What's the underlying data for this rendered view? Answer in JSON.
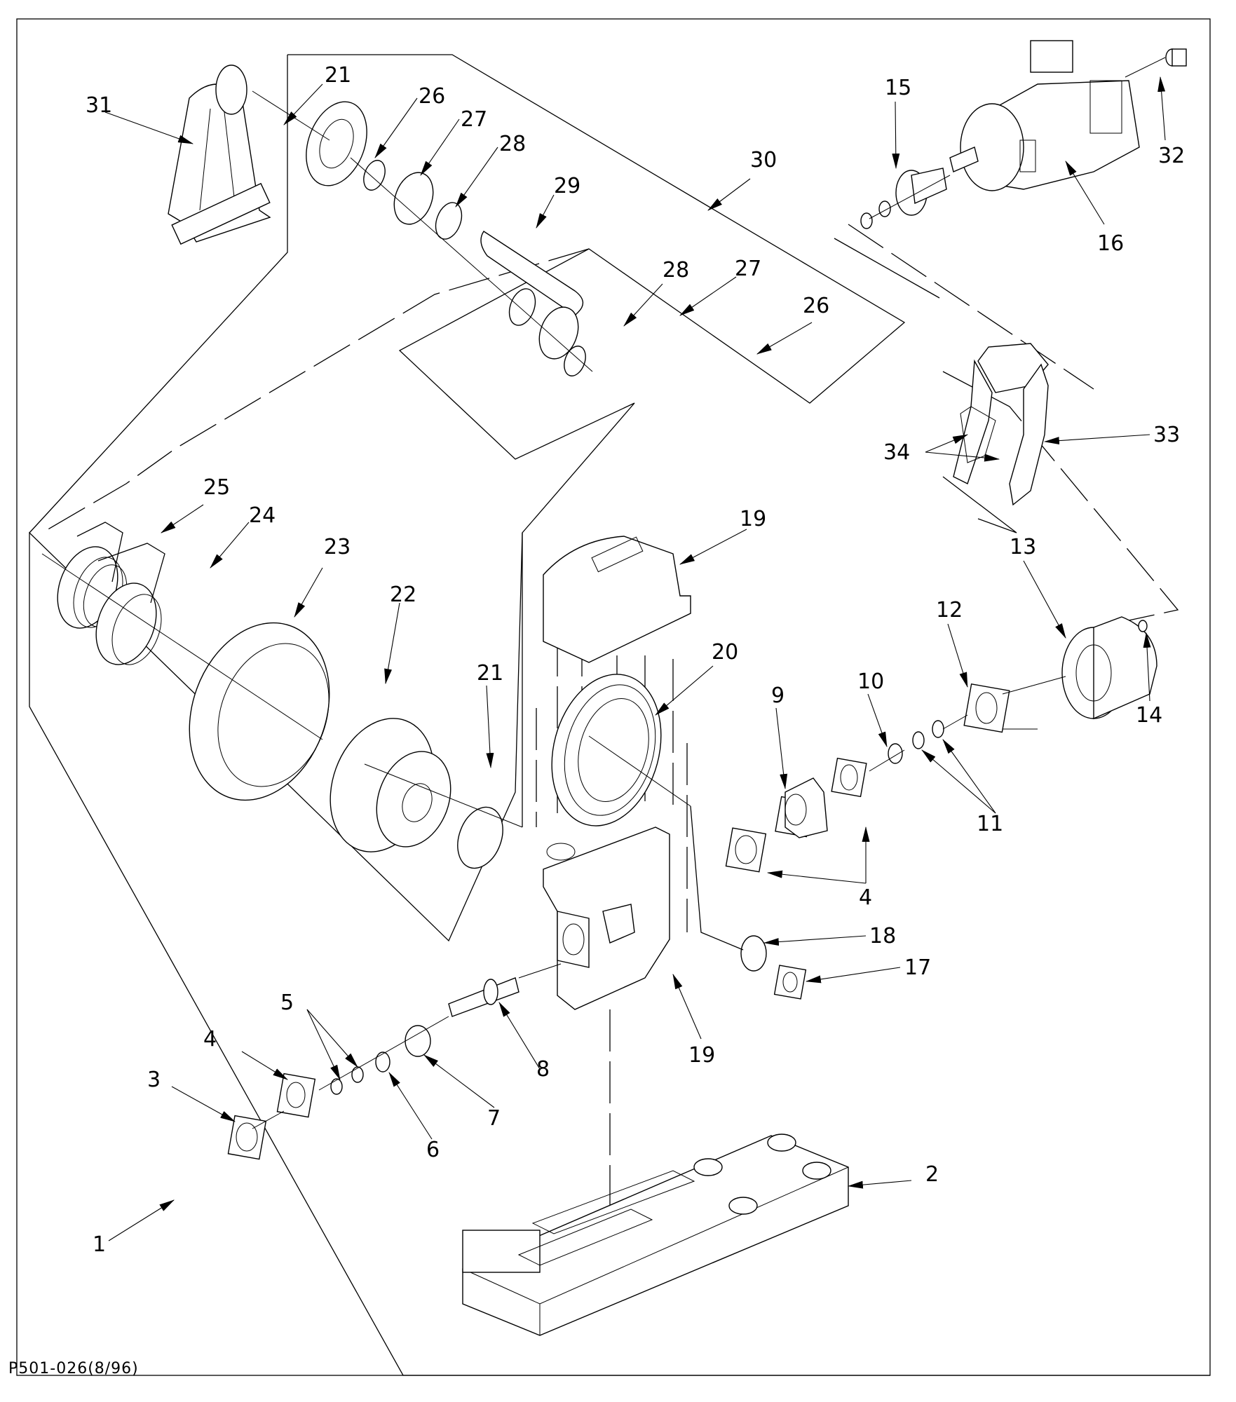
{
  "document": {
    "id": "P501-026(8/96)",
    "type": "exploded-parts-diagram",
    "subject": "Gearbox / drive machine assembly exploded view"
  },
  "colors": {
    "line": "#000000",
    "background": "#ffffff"
  },
  "callouts": [
    {
      "id": "c1",
      "label": "1",
      "part": "complete-assembly-outline"
    },
    {
      "id": "c2",
      "label": "2",
      "part": "bedplate"
    },
    {
      "id": "c3",
      "label": "3",
      "part": "end-cover"
    },
    {
      "id": "c4a",
      "label": "4",
      "part": "gasket"
    },
    {
      "id": "c4b",
      "label": "4",
      "part": "gasket"
    },
    {
      "id": "c5",
      "label": "5",
      "part": "lock-nut"
    },
    {
      "id": "c6",
      "label": "6",
      "part": "lock-washer"
    },
    {
      "id": "c7",
      "label": "7",
      "part": "bearing"
    },
    {
      "id": "c8",
      "label": "8",
      "part": "worm-shaft"
    },
    {
      "id": "c9",
      "label": "9",
      "part": "bearing-housing"
    },
    {
      "id": "c10",
      "label": "10",
      "part": "bearing"
    },
    {
      "id": "c11",
      "label": "11",
      "part": "seal"
    },
    {
      "id": "c12",
      "label": "12",
      "part": "brake-housing"
    },
    {
      "id": "c13",
      "label": "13",
      "part": "brake-drum"
    },
    {
      "id": "c14",
      "label": "14",
      "part": "nut"
    },
    {
      "id": "c15",
      "label": "15",
      "part": "coupling"
    },
    {
      "id": "c16",
      "label": "16",
      "part": "motor"
    },
    {
      "id": "c17",
      "label": "17",
      "part": "cover-plate"
    },
    {
      "id": "c18",
      "label": "18",
      "part": "inspection-cover"
    },
    {
      "id": "c19a",
      "label": "19",
      "part": "gear-case-cover"
    },
    {
      "id": "c19b",
      "label": "19",
      "part": "gear-case"
    },
    {
      "id": "c20",
      "label": "20",
      "part": "worm-gear"
    },
    {
      "id": "c21a",
      "label": "21",
      "part": "bearing-cap"
    },
    {
      "id": "c21b",
      "label": "21",
      "part": "bearing-cap"
    },
    {
      "id": "c22",
      "label": "22",
      "part": "sheave-hub"
    },
    {
      "id": "c23",
      "label": "23",
      "part": "drive-sheave"
    },
    {
      "id": "c24",
      "label": "24",
      "part": "spacer-rings"
    },
    {
      "id": "c25",
      "label": "25",
      "part": "spacer-rings"
    },
    {
      "id": "c26a",
      "label": "26",
      "part": "retaining-ring"
    },
    {
      "id": "c26b",
      "label": "26",
      "part": "retaining-ring"
    },
    {
      "id": "c27a",
      "label": "27",
      "part": "bearing-cup"
    },
    {
      "id": "c27b",
      "label": "27",
      "part": "bearing-cup"
    },
    {
      "id": "c28a",
      "label": "28",
      "part": "bearing-cone"
    },
    {
      "id": "c28b",
      "label": "28",
      "part": "bearing-cone"
    },
    {
      "id": "c29",
      "label": "29",
      "part": "outboard-shaft"
    },
    {
      "id": "c30",
      "label": "30",
      "part": "outboard-bearing-assembly"
    },
    {
      "id": "c31",
      "label": "31",
      "part": "outboard-pedestal"
    },
    {
      "id": "c32",
      "label": "32",
      "part": "encoder"
    },
    {
      "id": "c33",
      "label": "33",
      "part": "brake-arm"
    },
    {
      "id": "c34",
      "label": "34",
      "part": "brake-shoe-lining"
    }
  ]
}
